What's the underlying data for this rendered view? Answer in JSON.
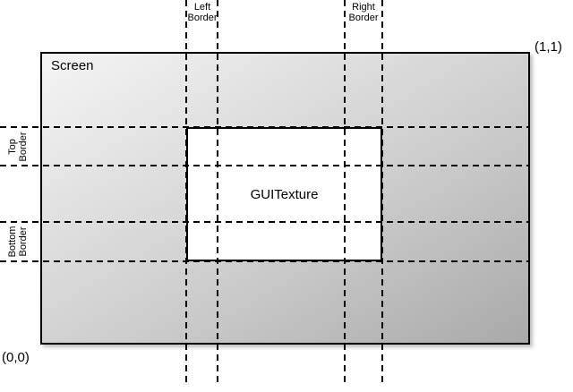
{
  "labels": {
    "screen": "Screen",
    "guitexture": "GUITexture",
    "coord_top_right": "(1,1)",
    "coord_bottom_left": "(0,0)",
    "left_border": {
      "line1": "Left",
      "line2": "Border"
    },
    "right_border": {
      "line1": "Right",
      "line2": "Border"
    },
    "top_border": {
      "line1": "Top",
      "line2": "Border"
    },
    "bottom_border": {
      "line1": "Bottom",
      "line2": "Border"
    }
  },
  "colors": {
    "background": "#ffffff",
    "screen_gradient_start": "#f5f5f5",
    "screen_gradient_end": "#a9a9a9",
    "guitexture_fill": "#ffffff",
    "line_color": "#000000"
  }
}
